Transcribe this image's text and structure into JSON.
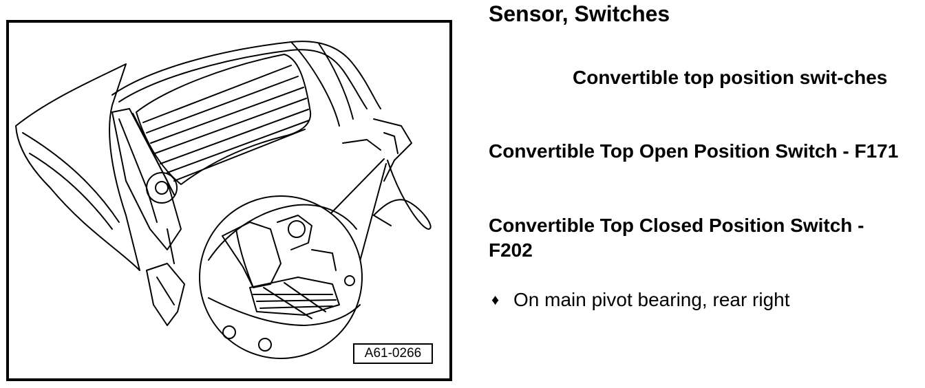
{
  "figure": {
    "label": "A61-0266",
    "illustration": "convertible-top-mechanism-with-detail-inset"
  },
  "text": {
    "heading": "Sensor, Switches",
    "sub_heading": "Convertible top position swit-ches",
    "items": [
      "Convertible Top Open Position Switch - F171",
      "Convertible Top Closed Position Switch - F202"
    ],
    "bullet_symbol": "♦",
    "bullet_text": "On main pivot bearing, rear right"
  }
}
